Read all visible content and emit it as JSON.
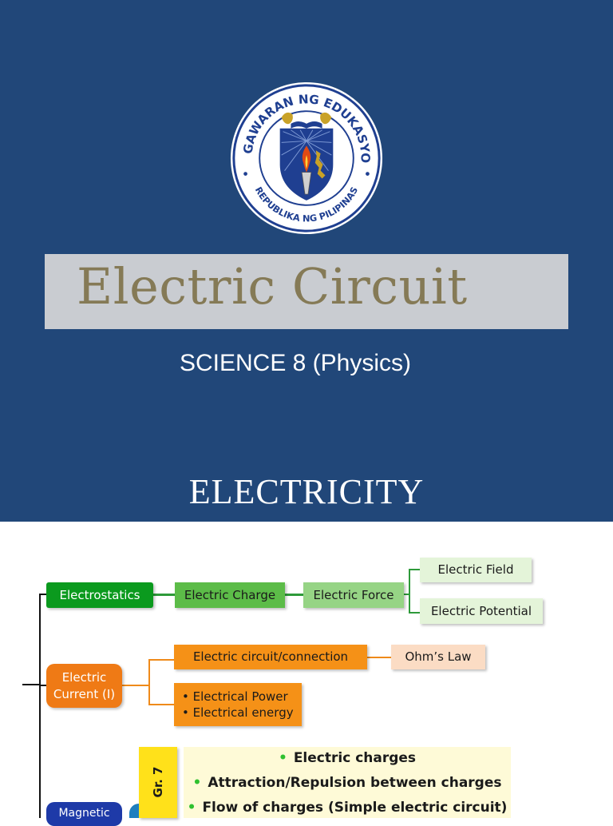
{
  "slide1": {
    "seal": {
      "top_text": "KAGAWARAN NG EDUKASYON",
      "bottom_text": "REPUBLIKA NG PILIPINAS",
      "icon": "deped-seal-icon"
    },
    "title": "Electric Circuit",
    "subtitle": "SCIENCE 8 (Physics)",
    "heading": "ELECTRICITY",
    "colors": {
      "background": "#214779",
      "title_band": "#c9ccd1",
      "title_text": "#857a56"
    }
  },
  "slide2": {
    "electrostatics": "Electrostatics",
    "electric_charge": "Electric Charge",
    "electric_force": "Electric Force",
    "electric_field": "Electric Field",
    "electric_potential": "Electric Potential",
    "electric_current": "Electric Current (I)",
    "circuit_connection": "Electric circuit/connection",
    "ohms_law": "Ohm’s Law",
    "power_energy": [
      "• Electrical Power",
      "• Electrical energy"
    ],
    "grade": "Gr. 7",
    "gr7_topics": [
      "Electric charges",
      "Attraction/Repulsion between charges",
      "Flow of charges (Simple electric circuit)"
    ],
    "magnetic": "Magnetic"
  }
}
